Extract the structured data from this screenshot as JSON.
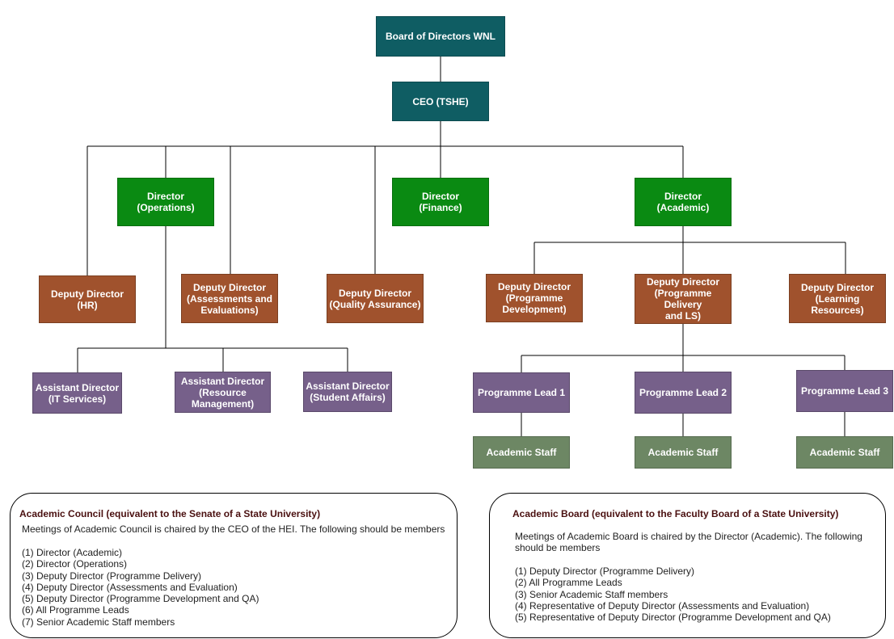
{
  "nodes": {
    "board": "Board of Directors WNL",
    "ceo": "CEO (TSHE)",
    "dir_operations": "Director\n(Operations)",
    "dir_finance": "Director\n(Finance)",
    "dir_academic": "Director\n(Academic)",
    "dd_hr": "Deputy Director\n(HR)",
    "dd_assessments": "Deputy Director\n(Assessments and\nEvaluations)",
    "dd_quality": "Deputy Director\n(Quality Assurance)",
    "dd_programme_dev": "Deputy Director\n(Programme\nDevelopment)",
    "dd_programme_delivery": "Deputy Director\n(Programme Delivery\nand LS)",
    "dd_learning": "Deputy Director\n(Learning Resources)",
    "ad_it": "Assistant Director\n(IT Services)",
    "ad_resource": "Assistant Director\n(Resource\nManagement)",
    "ad_student": "Assistant Director\n(Student Affairs)",
    "pl1": "Programme Lead 1",
    "pl2": "Programme Lead 2",
    "pl3": "Programme Lead  3",
    "staff1": "Academic Staff",
    "staff2": "Academic Staff",
    "staff3": "Academic Staff"
  },
  "colors": {
    "teal": "#0f5d63",
    "green": "#0a8a12",
    "brown": "#a0522d",
    "purple": "#76608a",
    "sage": "#6d8764",
    "connector": "#000000"
  },
  "academic_council": {
    "title": "Academic Council (equivalent to the Senate of a State University)",
    "intro": "Meetings of Academic Council is chaired by the CEO of the HEI. The following should be members",
    "members": "(1) Director (Academic)\n(2) Director (Operations)\n(3) Deputy Director (Programme Delivery)\n(4) Deputy Director (Assessments and Evaluation)\n(5) Deputy Director (Programme Development and QA)\n(6) All Programme Leads\n(7) Senior Academic Staff members"
  },
  "academic_board": {
    "title": "Academic Board (equivalent to the Faculty Board of a State University)",
    "intro": "Meetings of Academic Board is chaired by the Director (Academic). The following\nshould be members",
    "members": "(1) Deputy Director (Programme Delivery)\n(2) All Programme Leads\n(3) Senior Academic Staff members\n(4) Representative of Deputy Director (Assessments and Evaluation)\n(5) Representative of Deputy Director (Programme Development and QA)"
  }
}
